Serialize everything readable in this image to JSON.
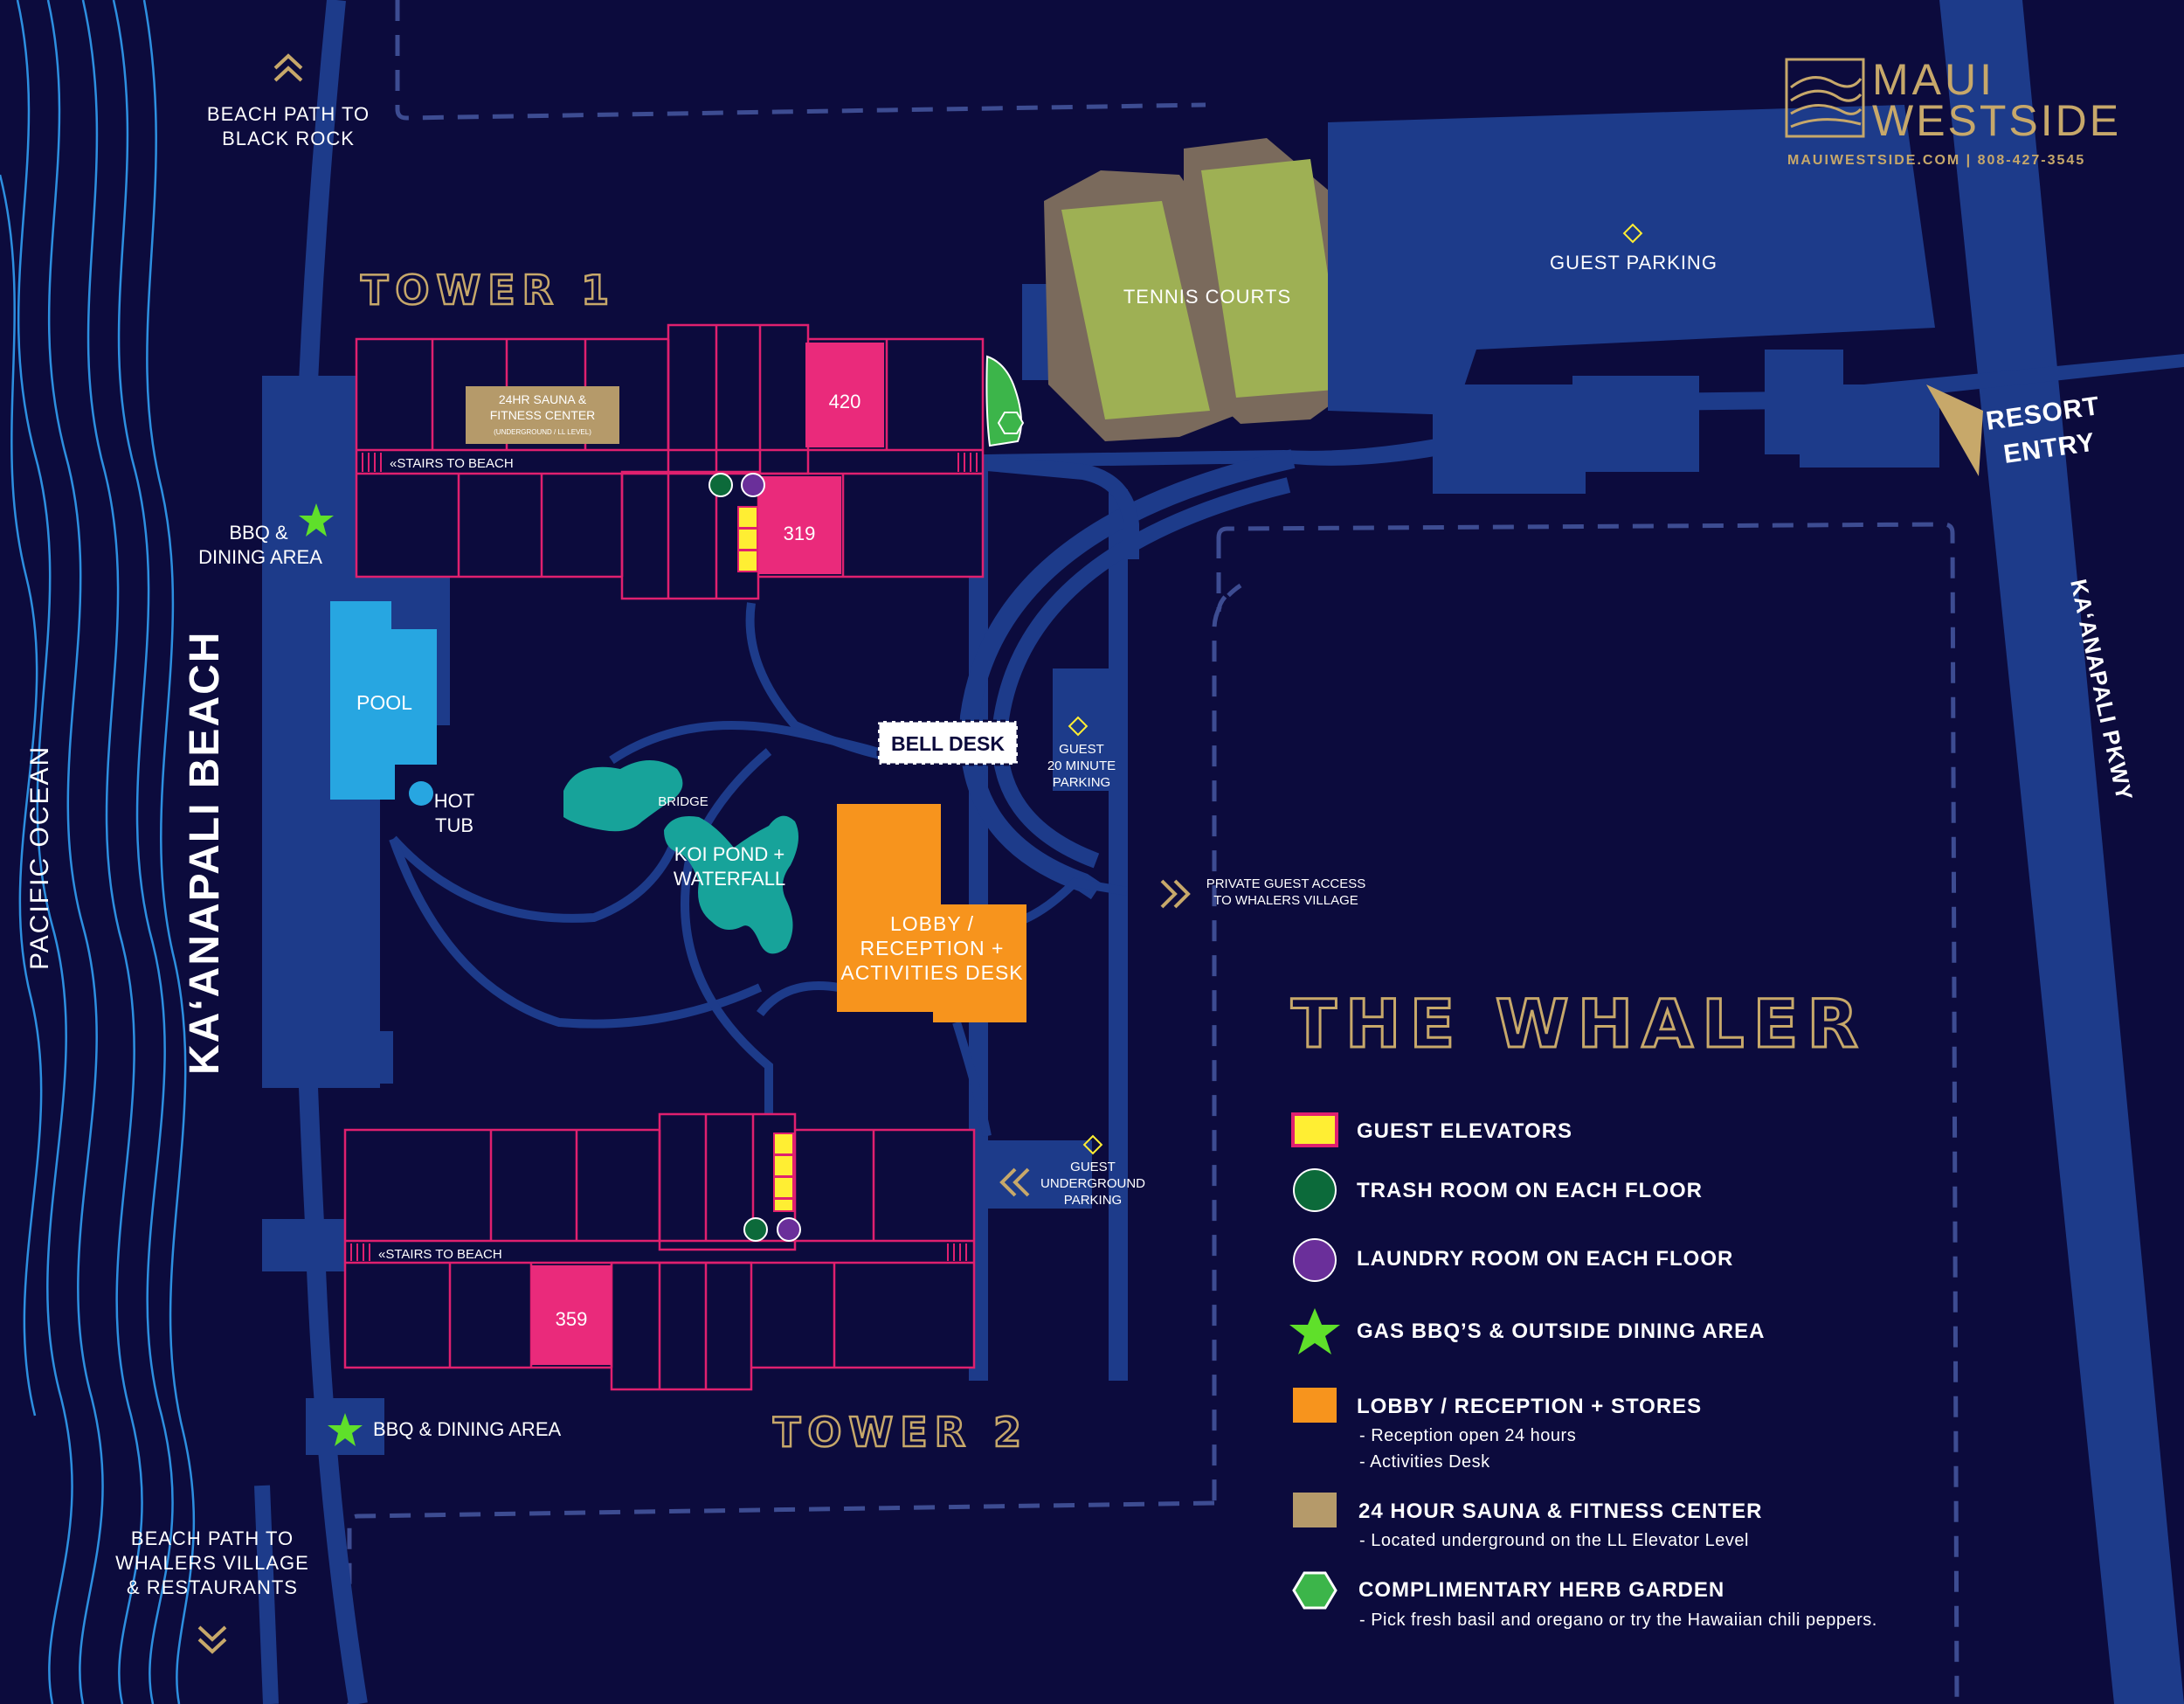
{
  "brand": {
    "name_line1": "MAUI",
    "name_line2": "WESTSIDE",
    "contact": "MAUIWESTSIDE.COM  |  808-427-3545"
  },
  "map_title": "THE WHALER",
  "towers": {
    "tower1": "TOWER 1",
    "tower2": "TOWER 2"
  },
  "units": {
    "u420": "420",
    "u319": "319",
    "u359": "359"
  },
  "labels": {
    "pacific_ocean": "PACIFIC OCEAN",
    "beach": "KA‘ANAPALI BEACH",
    "beach_path_top_1": "BEACH PATH TO",
    "beach_path_top_2": "BLACK ROCK",
    "beach_path_bottom_1": "BEACH PATH TO",
    "beach_path_bottom_2": "WHALERS VILLAGE",
    "beach_path_bottom_3": "& RESTAURANTS",
    "bbq_top_1": "BBQ &",
    "bbq_top_2": "DINING AREA",
    "bbq_bottom": "BBQ & DINING AREA",
    "pool": "POOL",
    "hot_tub_1": "HOT",
    "hot_tub_2": "TUB",
    "sauna_1": "24HR SAUNA &",
    "sauna_2": "FITNESS CENTER",
    "sauna_3": "(UNDERGROUND / LL LEVEL)",
    "stairs_top": "STAIRS TO BEACH",
    "stairs_bottom": "STAIRS TO BEACH",
    "bridge": "BRIDGE",
    "koi_1": "KOI POND +",
    "koi_2": "WATERFALL",
    "lobby_1": "LOBBY /",
    "lobby_2": "RECEPTION +",
    "lobby_3": "ACTIVITIES DESK",
    "bell_desk": "BELL DESK",
    "guest_parking_20_1": "GUEST",
    "guest_parking_20_2": "20 MINUTE",
    "guest_parking_20_3": "PARKING",
    "private_access_1": "PRIVATE GUEST ACCESS",
    "private_access_2": "TO WHALERS VILLAGE",
    "underground_1": "GUEST",
    "underground_2": "UNDERGROUND",
    "underground_3": "PARKING",
    "tennis": "TENNIS COURTS",
    "guest_parking": "GUEST PARKING",
    "resort_entry_1": "RESORT",
    "resort_entry_2": "ENTRY",
    "parkway": "KA‘ANAPALI PKWY"
  },
  "legend": [
    {
      "icon": "elevator-square-icon",
      "label": "GUEST ELEVATORS",
      "notes": []
    },
    {
      "icon": "trash-room-dot-icon",
      "label": "TRASH ROOM ON EACH FLOOR",
      "notes": []
    },
    {
      "icon": "laundry-room-dot-icon",
      "label": "LAUNDRY ROOM ON EACH FLOOR",
      "notes": []
    },
    {
      "icon": "bbq-star-icon",
      "label": "GAS BBQ’S & OUTSIDE DINING AREA",
      "notes": []
    },
    {
      "icon": "lobby-square-icon",
      "label": "LOBBY / RECEPTION + STORES",
      "notes": [
        "- Reception open 24 hours",
        "- Activities Desk"
      ]
    },
    {
      "icon": "sauna-square-icon",
      "label": "24 HOUR SAUNA & FITNESS CENTER",
      "notes": [
        "- Located underground on the LL Elevator Level"
      ]
    },
    {
      "icon": "herb-garden-hexagon-icon",
      "label": "COMPLIMENTARY HERB GARDEN",
      "notes": [
        "- Pick fresh basil and oregano or try the Hawaiian chili peppers."
      ]
    }
  ],
  "colors": {
    "background": "#0c0b3d",
    "road": "#1d3b8a",
    "building_outline": "#e0206f",
    "unit_pink": "#ea2a7b",
    "elevator_yellow": "#ffee33",
    "trash_green": "#0c6a3a",
    "laundry_purple": "#6a2f9a",
    "bbq_green": "#5fe02a",
    "lobby_orange": "#f7941d",
    "sauna_tan": "#b59a6a",
    "herb_green": "#3cb54a",
    "pool_blue": "#27a6e1",
    "koi_teal": "#17a39a",
    "tennis_green": "#9eb054",
    "tennis_border": "#7a6a5c",
    "gold": "#c7a86a"
  }
}
